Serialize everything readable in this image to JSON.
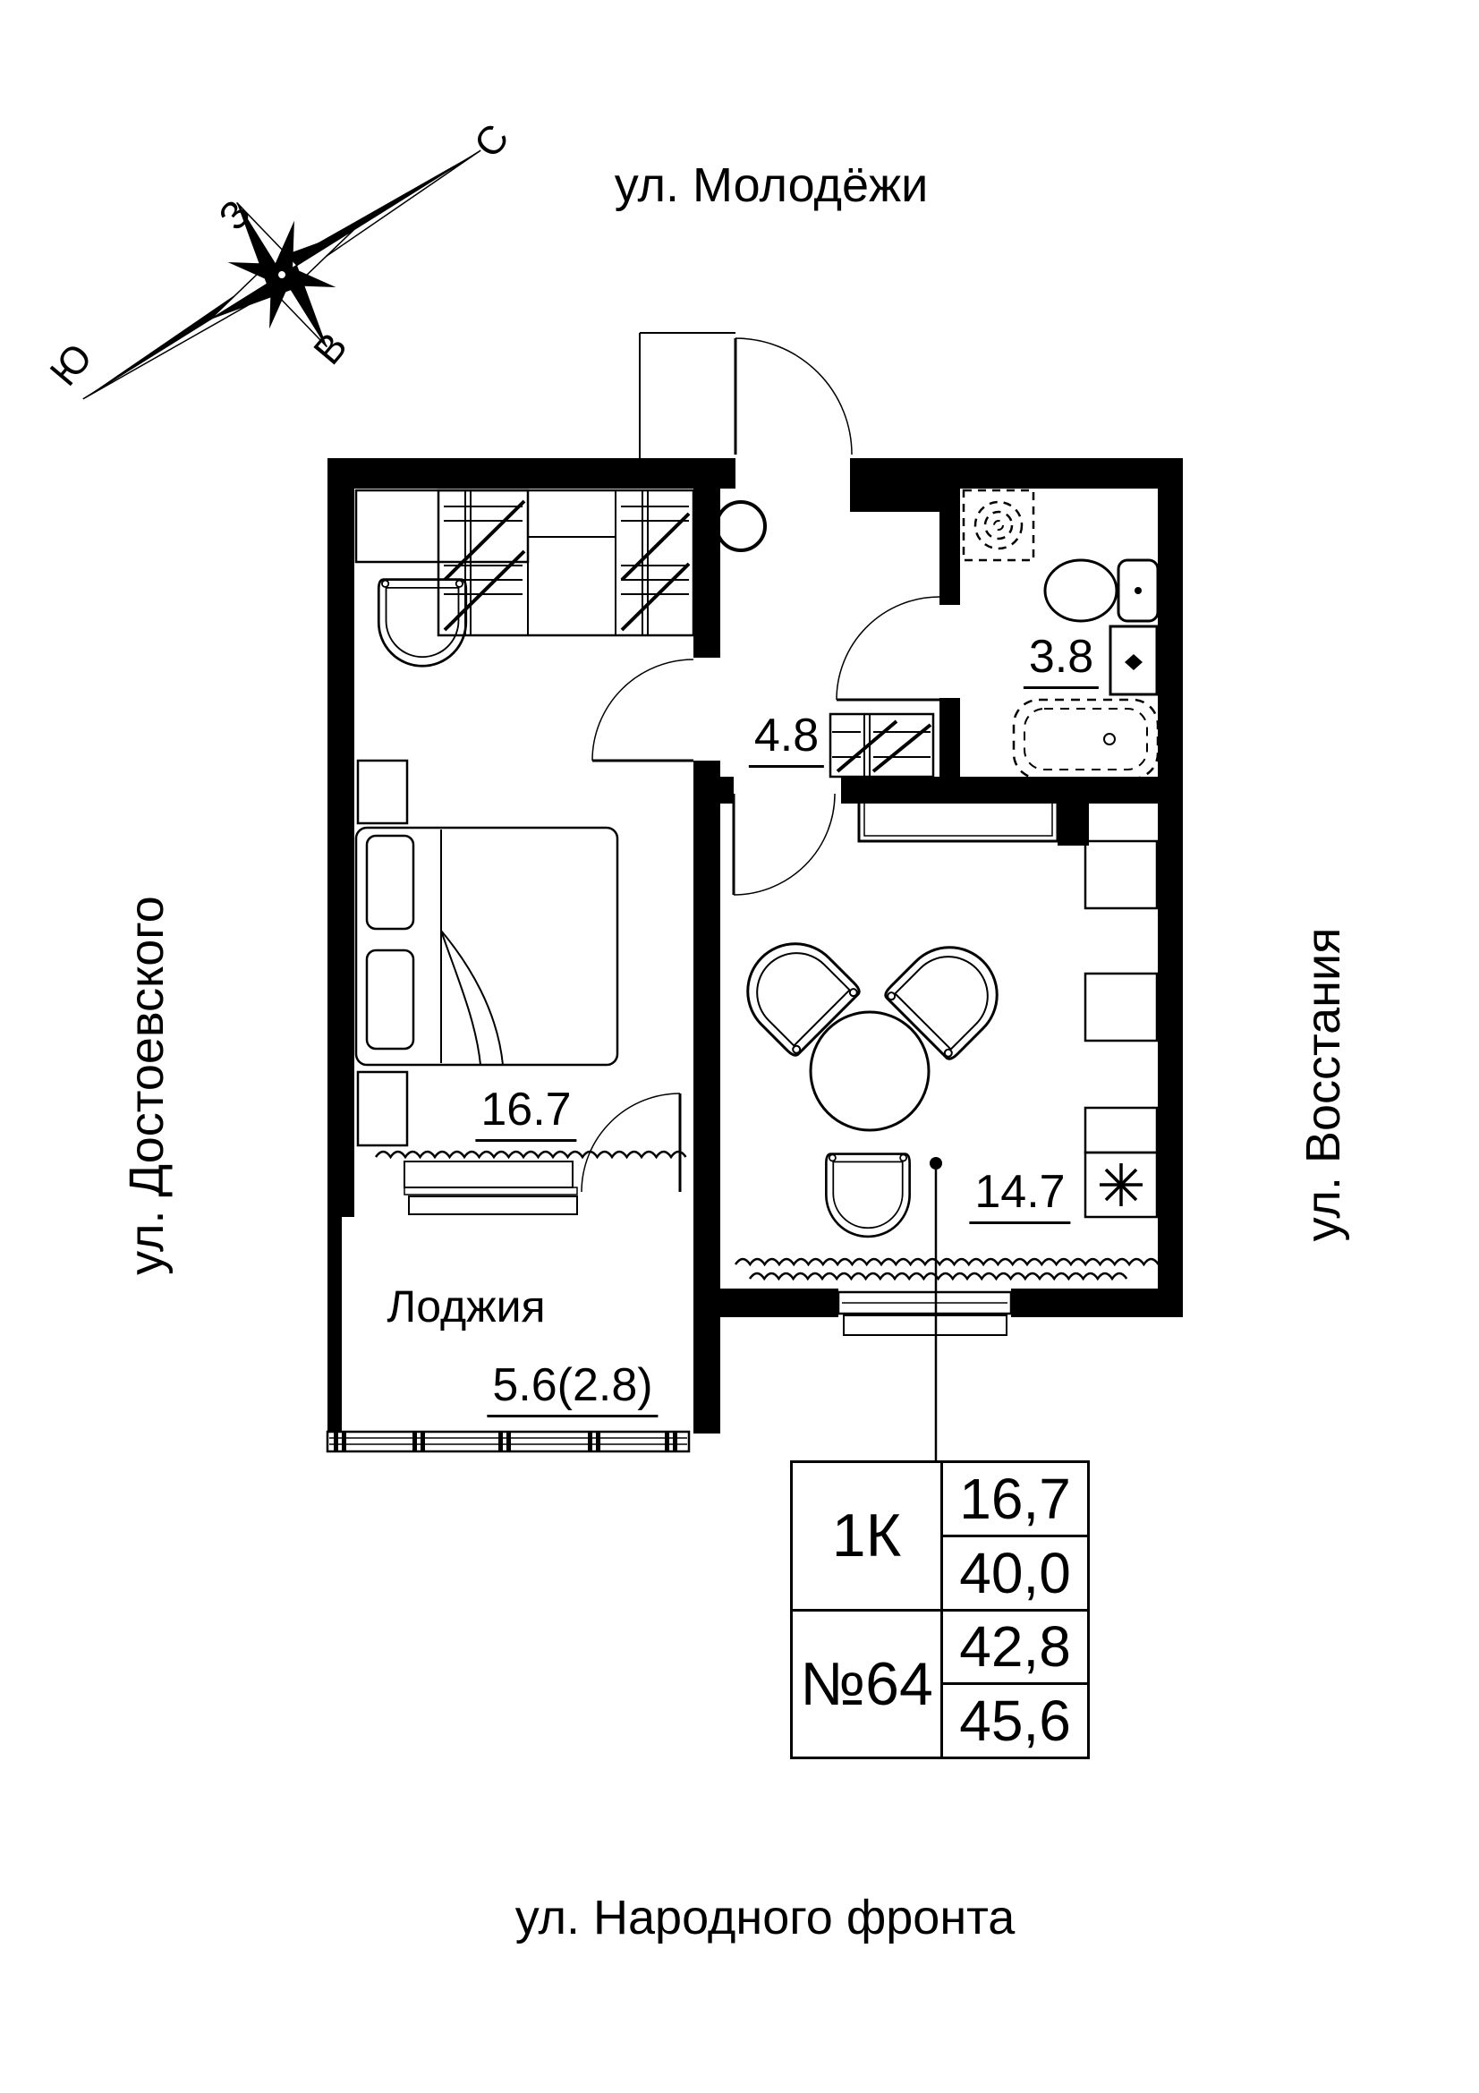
{
  "compass": {
    "n": "С",
    "s": "Ю",
    "w": "З",
    "e": "В"
  },
  "streets": {
    "top": "ул. Молодёжи",
    "bottom": "ул. Народного фронта",
    "left": "ул. Достоевского",
    "right": "ул. Восстания"
  },
  "rooms": {
    "bedroom": {
      "area": "16.7"
    },
    "hallway": {
      "area": "4.8"
    },
    "bathroom": {
      "area": "3.8"
    },
    "kitchen": {
      "area": "14.7"
    },
    "loggia": {
      "name": "Лоджия",
      "area": "5.6(2.8)"
    }
  },
  "legend": {
    "apartment_type": "1К",
    "apartment_number": "№64",
    "rows": [
      "16,7",
      "40,0",
      "42,8",
      "45,6"
    ]
  },
  "colors": {
    "ink": "#000000",
    "paper": "#ffffff"
  }
}
